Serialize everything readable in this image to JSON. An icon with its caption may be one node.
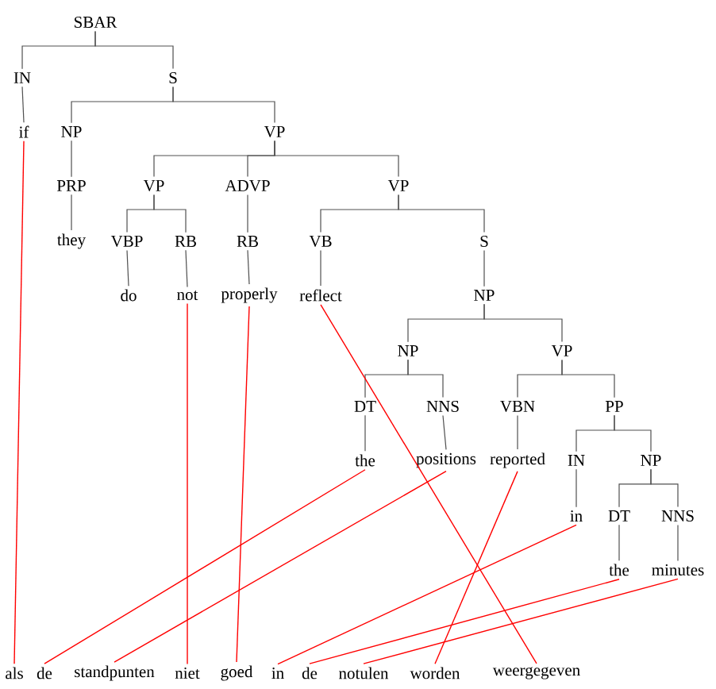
{
  "diagram": {
    "nodes": [
      {
        "text": [
          "SBAR"
        ]
      },
      {
        "text": [
          "IN"
        ]
      },
      {
        "text": [
          "S"
        ]
      },
      {
        "text": [
          "if"
        ]
      },
      {
        "text": [
          "NP"
        ]
      },
      {
        "text": [
          "VP"
        ]
      },
      {
        "text": [
          "PRP"
        ]
      },
      {
        "text": [
          "VP"
        ]
      },
      {
        "text": [
          "ADVP"
        ]
      },
      {
        "text": [
          "VP"
        ]
      },
      {
        "text": [
          "they"
        ]
      },
      {
        "text": [
          "VBP"
        ]
      },
      {
        "text": [
          "RB"
        ]
      },
      {
        "text": [
          "RB"
        ]
      },
      {
        "text": [
          "VB"
        ]
      },
      {
        "text": [
          "S"
        ]
      },
      {
        "text": [
          "do"
        ]
      },
      {
        "text": [
          "not"
        ]
      },
      {
        "text": [
          "properly"
        ]
      },
      {
        "text": [
          "reflect"
        ]
      },
      {
        "text": [
          "NP"
        ]
      },
      {
        "text": [
          "NP"
        ]
      },
      {
        "text": [
          "VP"
        ]
      },
      {
        "text": [
          "DT"
        ]
      },
      {
        "text": [
          "NNS"
        ]
      },
      {
        "text": [
          "VBN"
        ]
      },
      {
        "text": [
          "PP"
        ]
      },
      {
        "text": [
          "the"
        ]
      },
      {
        "text": [
          "positions"
        ]
      },
      {
        "text": [
          "reported"
        ]
      },
      {
        "text": [
          "IN"
        ]
      },
      {
        "text": [
          "NP"
        ]
      },
      {
        "text": [
          "in"
        ]
      },
      {
        "text": [
          "DT"
        ]
      },
      {
        "text": [
          "NNS"
        ]
      },
      {
        "text": [
          "the"
        ]
      },
      {
        "text": [
          "minutes"
        ]
      },
      {
        "text": [
          "als"
        ]
      },
      {
        "text": [
          "de"
        ]
      },
      {
        "text": [
          "standpunten"
        ]
      },
      {
        "text": [
          "niet"
        ]
      },
      {
        "text": [
          "goed"
        ]
      },
      {
        "text": [
          "in"
        ]
      },
      {
        "text": [
          "de"
        ]
      },
      {
        "text": [
          "notulen"
        ]
      },
      {
        "text": [
          "worden"
        ]
      },
      {
        "text": [
          "weergegeven"
        ]
      }
    ],
    "edges": [
      {
        "from": 0,
        "to": 1,
        "arrow": "none"
      },
      {
        "from": 0,
        "to": 2,
        "arrow": "none"
      },
      {
        "from": 1,
        "to": 3,
        "arrow": "none"
      },
      {
        "from": 2,
        "to": 4,
        "arrow": "none"
      },
      {
        "from": 2,
        "to": 5,
        "arrow": "none"
      },
      {
        "from": 4,
        "to": 6,
        "arrow": "none"
      },
      {
        "from": 5,
        "to": 7,
        "arrow": "none"
      },
      {
        "from": 5,
        "to": 8,
        "arrow": "none"
      },
      {
        "from": 5,
        "to": 9,
        "arrow": "none"
      },
      {
        "from": 6,
        "to": 10,
        "arrow": "none"
      },
      {
        "from": 7,
        "to": 11,
        "arrow": "none"
      },
      {
        "from": 7,
        "to": 12,
        "arrow": "none"
      },
      {
        "from": 8,
        "to": 13,
        "arrow": "none"
      },
      {
        "from": 9,
        "to": 14,
        "arrow": "none"
      },
      {
        "from": 9,
        "to": 15,
        "arrow": "none"
      },
      {
        "from": 11,
        "to": 16,
        "arrow": "none"
      },
      {
        "from": 12,
        "to": 17,
        "arrow": "none"
      },
      {
        "from": 13,
        "to": 18,
        "arrow": "none"
      },
      {
        "from": 14,
        "to": 19,
        "arrow": "none"
      },
      {
        "from": 15,
        "to": 20,
        "arrow": "none"
      },
      {
        "from": 20,
        "to": 21,
        "arrow": "none"
      },
      {
        "from": 20,
        "to": 22,
        "arrow": "none"
      },
      {
        "from": 21,
        "to": 23,
        "arrow": "none"
      },
      {
        "from": 21,
        "to": 24,
        "arrow": "none"
      },
      {
        "from": 22,
        "to": 25,
        "arrow": "none"
      },
      {
        "from": 22,
        "to": 26,
        "arrow": "none"
      },
      {
        "from": 23,
        "to": 27,
        "arrow": "none"
      },
      {
        "from": 24,
        "to": 28,
        "arrow": "none"
      },
      {
        "from": 25,
        "to": 29,
        "arrow": "none"
      },
      {
        "from": 26,
        "to": 30,
        "arrow": "none"
      },
      {
        "from": 26,
        "to": 31,
        "arrow": "none"
      },
      {
        "from": 30,
        "to": 32,
        "arrow": "none"
      },
      {
        "from": 31,
        "to": 33,
        "arrow": "none"
      },
      {
        "from": 31,
        "to": 34,
        "arrow": "none"
      },
      {
        "from": 33,
        "to": 35,
        "arrow": "none"
      },
      {
        "from": 34,
        "to": 36,
        "arrow": "none"
      },
      {
        "from": 3,
        "to": 37,
        "arrow": "none",
        "color": "#ff0000"
      },
      {
        "from": 27,
        "to": 38,
        "arrow": "none",
        "color": "#ff0000"
      },
      {
        "from": 28,
        "to": 39,
        "arrow": "none",
        "color": "#ff0000"
      },
      {
        "from": 17,
        "to": 40,
        "arrow": "none",
        "color": "#ff0000"
      },
      {
        "from": 18,
        "to": 41,
        "arrow": "none",
        "color": "#ff0000"
      },
      {
        "from": 19,
        "to": 46,
        "arrow": "none",
        "color": "#ff0000"
      },
      {
        "from": 29,
        "to": 45,
        "arrow": "none",
        "color": "#ff0000"
      },
      {
        "from": 32,
        "to": 42,
        "arrow": "none",
        "color": "#ff0000"
      },
      {
        "from": 35,
        "to": 43,
        "arrow": "none",
        "color": "#ff0000"
      },
      {
        "from": 36,
        "to": 44,
        "arrow": "none",
        "color": "#ff0000"
      }
    ]
  }
}
